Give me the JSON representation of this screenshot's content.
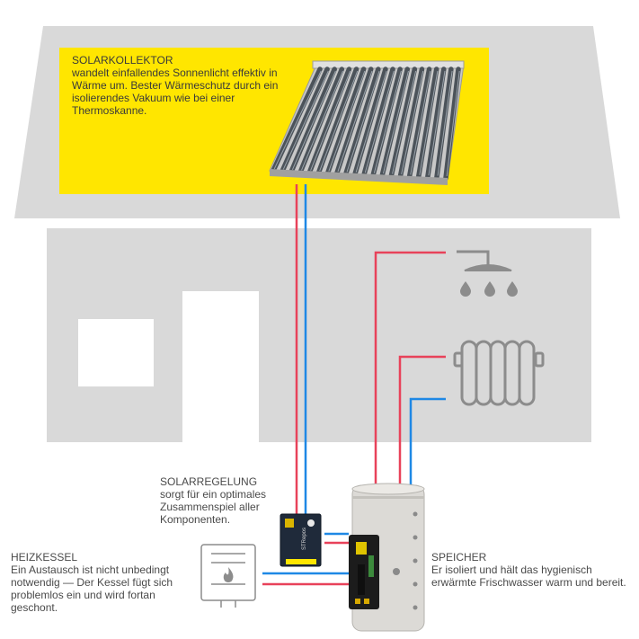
{
  "collector": {
    "title": "SOLARKOLLEKTOR",
    "text": "wandelt einfallendes Sonnenlicht effektiv in Wärme um. Bester Wärmeschutz durch ein isolierendes Vakuum wie bei einer Thermoskanne."
  },
  "controller": {
    "title": "SOLARREGELUNG",
    "text": "sorgt für ein optimales Zusammenspiel aller Komponenten.",
    "device_label": "STRepos"
  },
  "boiler": {
    "title": "HEIZKESSEL",
    "text": "Ein Austausch ist nicht unbedingt notwendig — Der Kessel fügt sich problemlos ein und wird fortan geschont."
  },
  "storage": {
    "title": "SPEICHER",
    "text": "Er isoliert und hält das hygienisch erwärmte Frischwasser warm und bereit."
  },
  "colors": {
    "house": "#d9d9d9",
    "highlight": "#ffe600",
    "hot_pipe": "#e8425a",
    "cold_pipe": "#1e88e5",
    "icon": "#8c8c8c",
    "text": "#4a4a4a"
  },
  "icons": [
    "shower-icon",
    "radiator-icon",
    "flame-icon"
  ]
}
